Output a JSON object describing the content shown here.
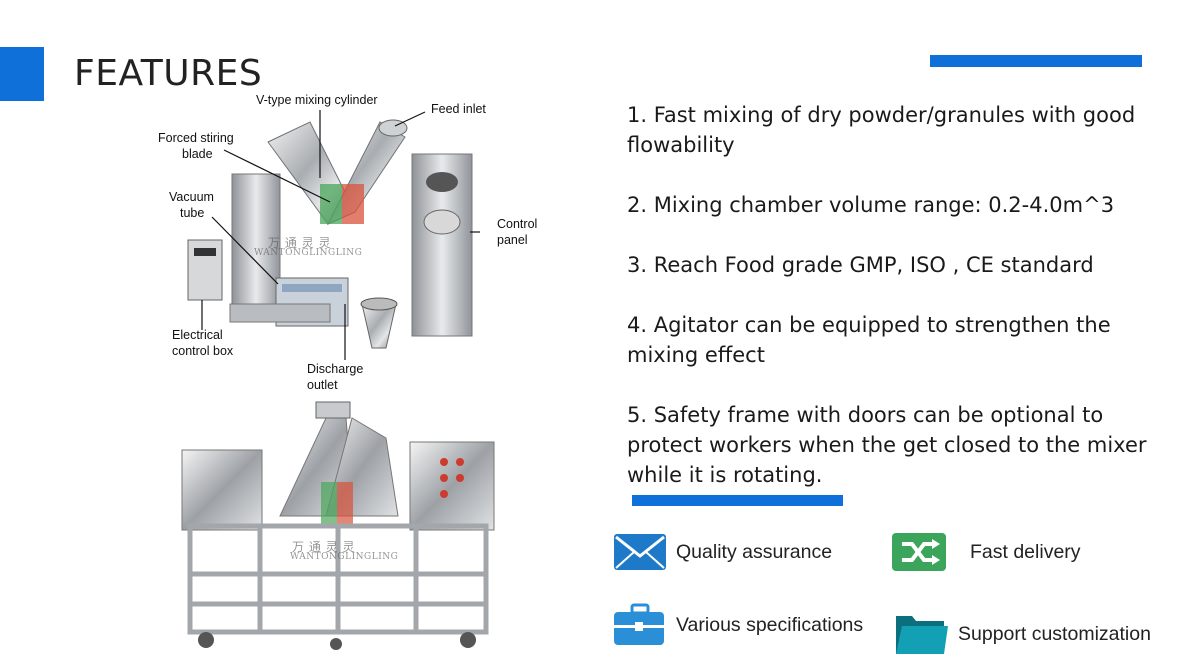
{
  "page": {
    "title": "FEATURES",
    "accent_color": "#1070d9"
  },
  "features": [
    "1. Fast mixing of dry powder/granules with good flowability",
    "2. Mixing chamber volume range: 0.2-4.0m^3",
    "3. Reach Food grade GMP, ISO , CE  standard",
    "4. Agitator can be equipped to strengthen the mixing effect",
    "5. Safety frame with doors can be optional to protect workers when the get closed to the mixer while it is rotating."
  ],
  "diagram": {
    "labels": {
      "cylinder": "V-type mixing cylinder",
      "feed_inlet": "Feed inlet",
      "forced_stirring_1": "Forced stiring",
      "forced_stirring_2": "blade",
      "vacuum_1": "Vacuum",
      "vacuum_2": "tube",
      "control_panel_1": "Control",
      "control_panel_2": "panel",
      "electrical_1": "Electrical",
      "electrical_2": "control box",
      "discharge_1": "Discharge",
      "discharge_2": "outlet"
    },
    "watermark_cn": "万 通 灵 灵",
    "watermark_en": "WANTONGLINGLING"
  },
  "badges": [
    {
      "icon": "envelope-icon",
      "label": "Quality assurance",
      "color": "#1e7ac8"
    },
    {
      "icon": "shuffle-icon",
      "label": "Fast delivery",
      "color": "#3aa55b"
    },
    {
      "icon": "briefcase-icon",
      "label": "Various specifications",
      "color": "#2a8fd6"
    },
    {
      "icon": "folder-icon",
      "label": "Support customization",
      "color": "#0f7f8f"
    }
  ]
}
